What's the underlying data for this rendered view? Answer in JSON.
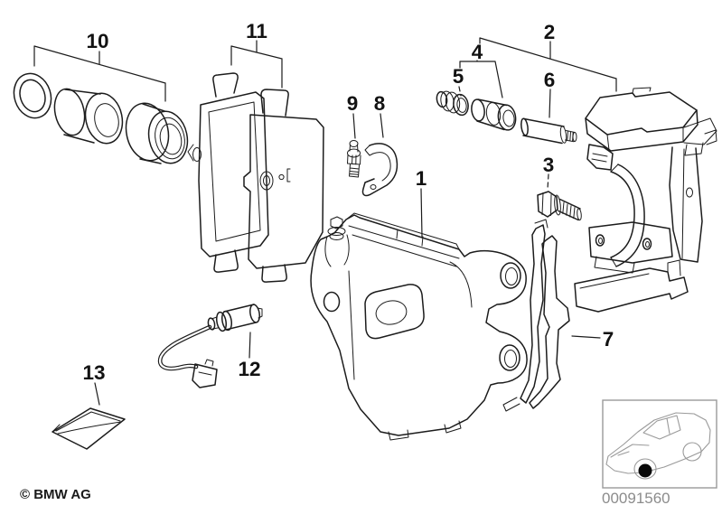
{
  "diagram": {
    "callouts": [
      {
        "label": "1"
      },
      {
        "label": "2"
      },
      {
        "label": "3"
      },
      {
        "label": "4"
      },
      {
        "label": "5"
      },
      {
        "label": "6"
      },
      {
        "label": "7"
      },
      {
        "label": "8"
      },
      {
        "label": "9"
      },
      {
        "label": "10"
      },
      {
        "label": "11"
      },
      {
        "label": "12"
      },
      {
        "label": "13"
      }
    ],
    "footer": {
      "copyright": "© BMW AG"
    },
    "plate": {
      "drawing_number": "00091560"
    },
    "colors": {
      "line": "#1c1c1c",
      "muted": "#8c8c8c",
      "box": "#9a9a9a",
      "bg": "#ffffff"
    }
  }
}
